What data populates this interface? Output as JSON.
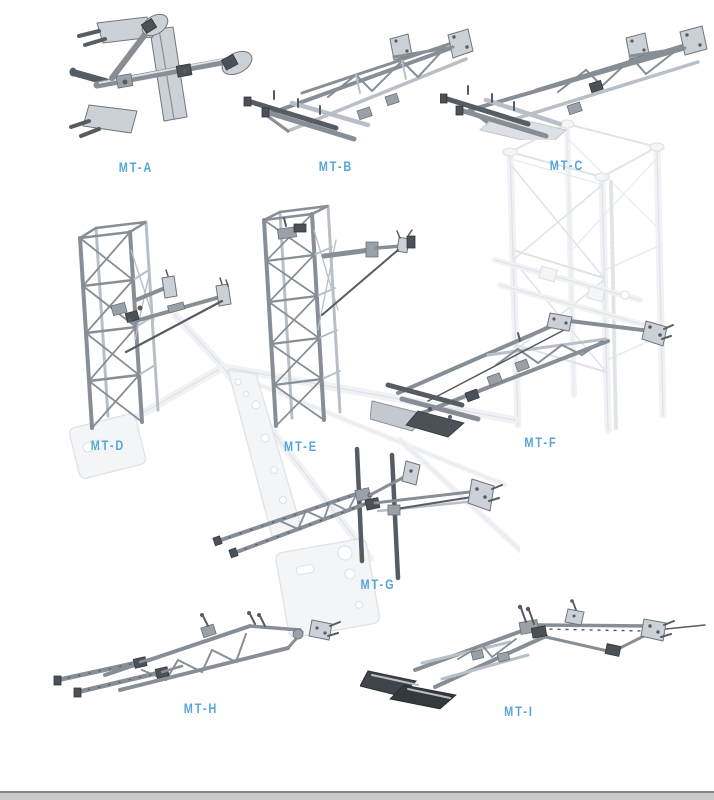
{
  "page": {
    "type": "product-catalog-page",
    "background": "#ffffff",
    "accent_color": "#55a6d6"
  },
  "products": {
    "items": [
      {
        "id": "mt-a",
        "label": "MT-A"
      },
      {
        "id": "mt-b",
        "label": "MT-B"
      },
      {
        "id": "mt-c",
        "label": "MT-C"
      },
      {
        "id": "mt-d",
        "label": "MT-D"
      },
      {
        "id": "mt-e",
        "label": "MT-E"
      },
      {
        "id": "mt-f",
        "label": "MT-F"
      },
      {
        "id": "mt-g",
        "label": "MT-G"
      },
      {
        "id": "mt-h",
        "label": "MT-H"
      },
      {
        "id": "mt-i",
        "label": "MT-I"
      }
    ]
  }
}
